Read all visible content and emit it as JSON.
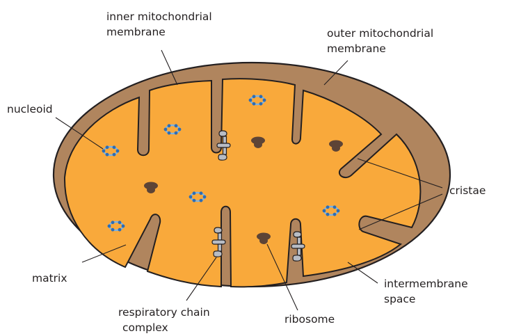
{
  "labels": {
    "inner_membrane_1": "inner mitochondrial",
    "inner_membrane_2": "membrane",
    "outer_membrane_1": "outer mitochondrial",
    "outer_membrane_2": "membrane",
    "nucleoid": "nucleoid",
    "cristae": "cristae",
    "matrix": "matrix",
    "intermembrane_1": "intermembrane",
    "intermembrane_2": "space",
    "respiratory_1": "respiratory chain",
    "respiratory_2": "complex",
    "ribosome": "ribosome"
  },
  "colors": {
    "outer_membrane": "#b0855e",
    "matrix": "#f9a93b",
    "ribosome": "#5d4436",
    "nucleoid": "#2e6db4",
    "nucleoid_ring": "#7fb3e0",
    "complex": "#b8bcc4",
    "outline": "#231f20"
  }
}
